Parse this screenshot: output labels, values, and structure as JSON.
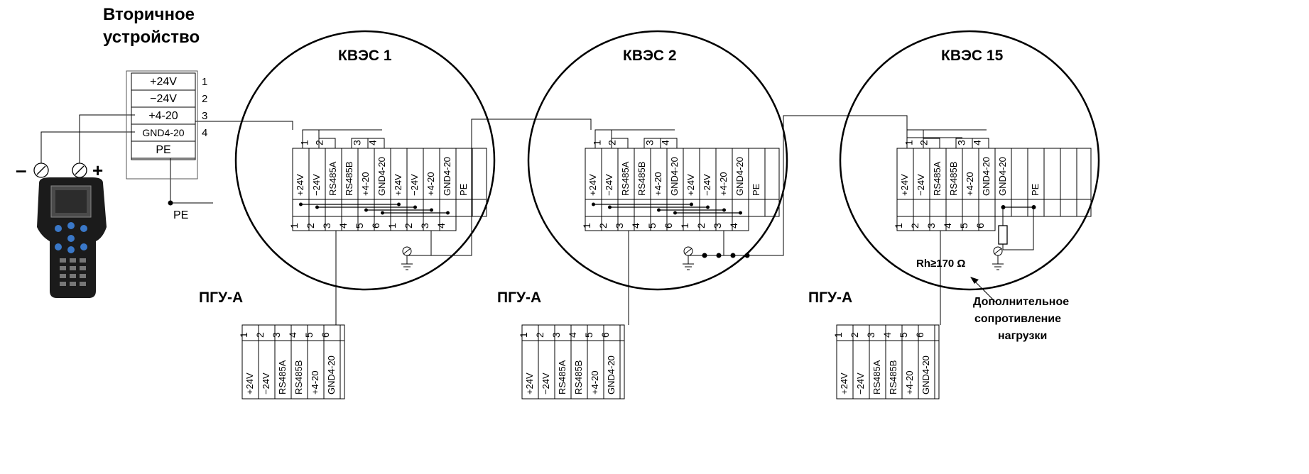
{
  "secondary_device": {
    "title_line1": "Вторичное",
    "title_line2": "устройство",
    "terminals": [
      {
        "label": "+24V",
        "num": "1"
      },
      {
        "label": "−24V",
        "num": "2"
      },
      {
        "label": "+4-20",
        "num": "3"
      },
      {
        "label": "GND4-20",
        "num": "4"
      },
      {
        "label": "PE",
        "num": ""
      }
    ],
    "pe_label": "PE",
    "minus_sign": "–",
    "plus_sign": "+"
  },
  "kvesc_units": [
    {
      "title": "КВЭС 1",
      "top_nums": [
        "1",
        "2",
        "3",
        "4"
      ],
      "labels": [
        "+24V",
        "−24V",
        "RS485A",
        "RS485B",
        "+4-20",
        "GND4-20",
        "+24V",
        "−24V",
        "+4-20",
        "GND4-20",
        "PE"
      ],
      "bottom_nums": [
        "1",
        "2",
        "3",
        "4",
        "5",
        "6",
        "1",
        "2",
        "3",
        "4"
      ]
    },
    {
      "title": "КВЭС 2",
      "top_nums": [
        "1",
        "2",
        "3",
        "4"
      ],
      "labels": [
        "+24V",
        "−24V",
        "RS485A",
        "RS485B",
        "+4-20",
        "GND4-20",
        "+24V",
        "−24V",
        "+4-20",
        "GND4-20",
        "PE"
      ],
      "bottom_nums": [
        "1",
        "2",
        "3",
        "4",
        "5",
        "6",
        "1",
        "2",
        "3",
        "4"
      ]
    },
    {
      "title": "КВЭС 15",
      "top_nums": [
        "1",
        "2",
        "3",
        "4"
      ],
      "labels": [
        "+24V",
        "−24V",
        "RS485A",
        "RS485B",
        "+4-20",
        "GND4-20",
        "GND4-20",
        "",
        "PE",
        "",
        ""
      ],
      "bottom_nums": [
        "1",
        "2",
        "3",
        "4",
        "5",
        "6"
      ]
    }
  ],
  "pgu_units": [
    {
      "title": "ПГУ-А",
      "nums": [
        "1",
        "2",
        "3",
        "4",
        "5",
        "6"
      ],
      "labels": [
        "+24V",
        "−24V",
        "RS485A",
        "RS485B",
        "+4-20",
        "GND4-20"
      ]
    },
    {
      "title": "ПГУ-А",
      "nums": [
        "1",
        "2",
        "3",
        "4",
        "5",
        "6"
      ],
      "labels": [
        "+24V",
        "−24V",
        "RS485A",
        "RS485B",
        "+4-20",
        "GND4-20"
      ]
    },
    {
      "title": "ПГУ-А",
      "nums": [
        "1",
        "2",
        "3",
        "4",
        "5",
        "6"
      ],
      "labels": [
        "+24V",
        "−24V",
        "RS485A",
        "RS485B",
        "+4-20",
        "GND4-20"
      ]
    }
  ],
  "resistor_label": "Rh≥170 Ω",
  "annotation": {
    "line1": "Дополнительное",
    "line2": "сопротивление",
    "line3": "нагрузки"
  }
}
